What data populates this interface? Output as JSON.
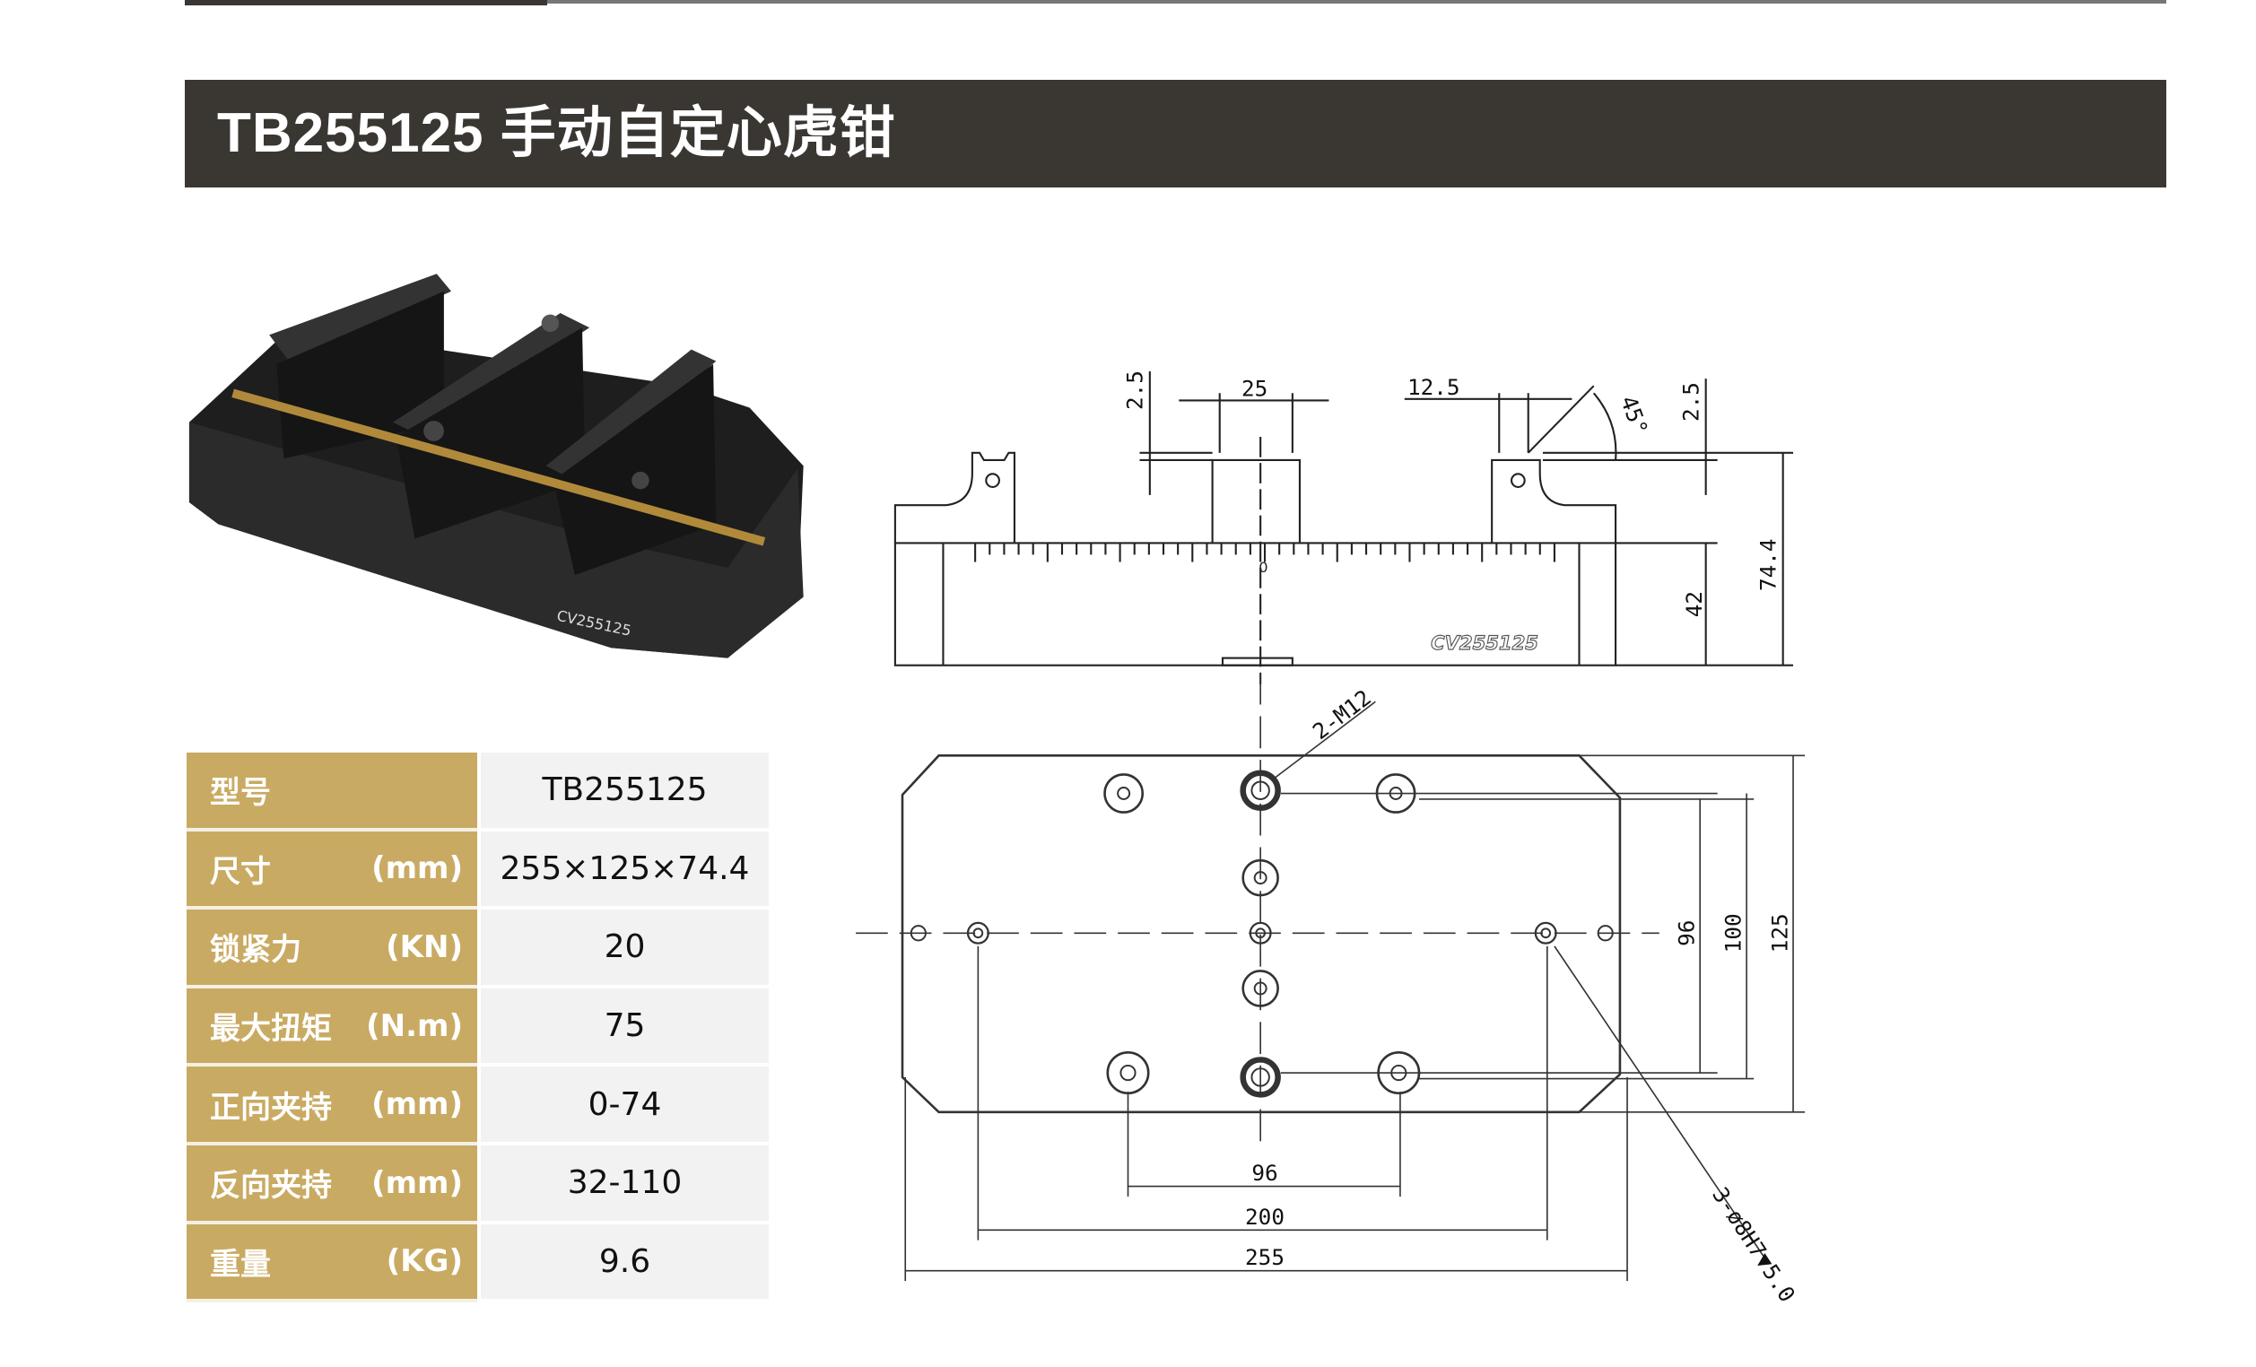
{
  "header": {
    "title": "TB255125  手动自定心虎钳"
  },
  "product": {
    "model_marking": "CV255125"
  },
  "specs": [
    {
      "label": "型号",
      "unit": "",
      "value": "TB255125"
    },
    {
      "label": "尺寸",
      "unit": "(mm)",
      "value": "255×125×74.4"
    },
    {
      "label": "锁紧力",
      "unit": "(KN)",
      "value": "20"
    },
    {
      "label": "最大扭矩",
      "unit": "(N.m)",
      "value": "75"
    },
    {
      "label": "正向夹持",
      "unit": "(mm)",
      "value": "0-74"
    },
    {
      "label": "反向夹持",
      "unit": "(mm)",
      "value": "32-110"
    },
    {
      "label": "重量",
      "unit": "(KG)",
      "value": "9.6"
    }
  ],
  "drawing": {
    "front": {
      "dim_step_left": "2.5",
      "dim_jaw": "25",
      "dim_offset": "12.5",
      "angle": "45°",
      "dim_step_right": "2.5",
      "dim_base": "42",
      "dim_height": "74.4",
      "marking": "CV255125",
      "scale_zero": "0"
    },
    "top": {
      "thread_note": "2-M12",
      "pin_note": "3-ø8H7▼5.0",
      "dim_96v": "96",
      "dim_100": "100",
      "dim_125": "125",
      "dim_96h": "96",
      "dim_200": "200",
      "dim_255": "255"
    }
  },
  "colors": {
    "header_bg": "#3a3733",
    "label_bg": "#c9aa62",
    "value_bg": "#f2f2f2"
  }
}
